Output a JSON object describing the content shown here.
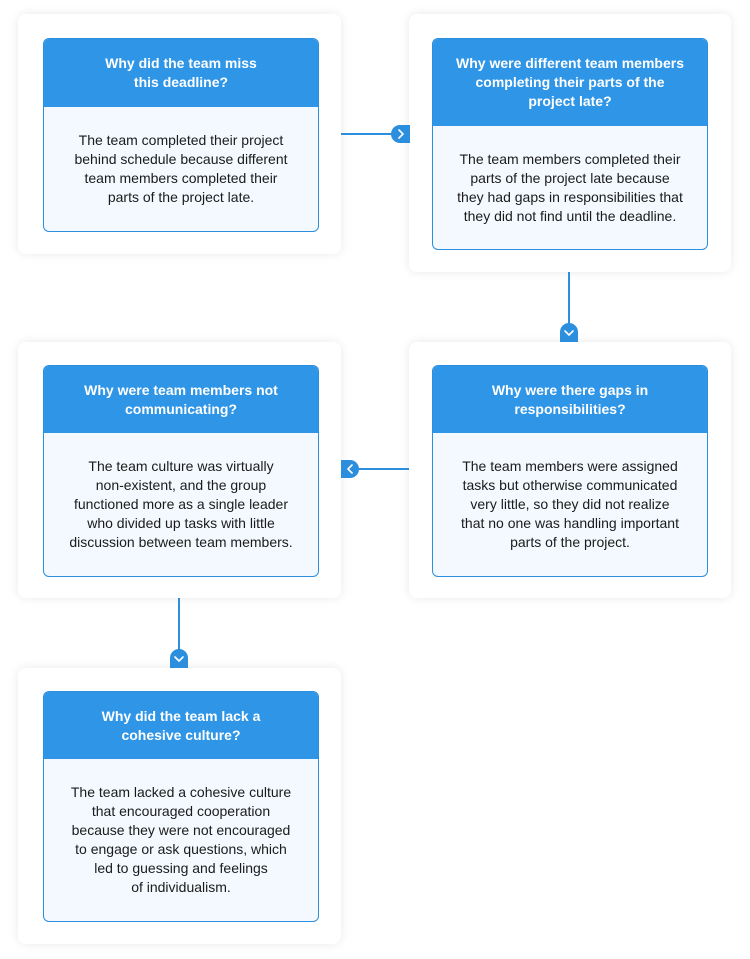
{
  "steps": [
    {
      "question": "Why did the team miss\nthis deadline?",
      "answer": "The team completed their project\nbehind schedule because different\nteam members completed their\nparts of the project late."
    },
    {
      "question": "Why were different team members\ncompleting their parts of the\nproject late?",
      "answer": "The team members completed their\nparts of the project late because\nthey had gaps in responsibilities that\nthey did not find until the deadline."
    },
    {
      "question": "Why were there gaps in\nresponsibilities?",
      "answer": "The team members were assigned\ntasks but otherwise communicated\nvery little, so they did not realize\nthat no one was handling important\nparts of the project."
    },
    {
      "question": "Why were team members not\ncommunicating?",
      "answer": "The team culture was virtually\nnon-existent, and the group\nfunctioned more as a single leader\nwho divided up tasks with little\ndiscussion between team members."
    },
    {
      "question": "Why did the team lack a\ncohesive culture?",
      "answer": "The team lacked a cohesive culture\nthat encouraged cooperation\nbecause they were not encouraged\nto engage or ask questions, which\nled to guessing and feelings\nof individualism."
    }
  ],
  "colors": {
    "accent": "#2f95e6",
    "border": "#2b8fde",
    "answer_bg": "#f3f9fe",
    "text": "#1b1b1b"
  },
  "icons": {
    "right": "chevron-right-icon",
    "down": "chevron-down-icon",
    "left": "chevron-left-icon"
  }
}
